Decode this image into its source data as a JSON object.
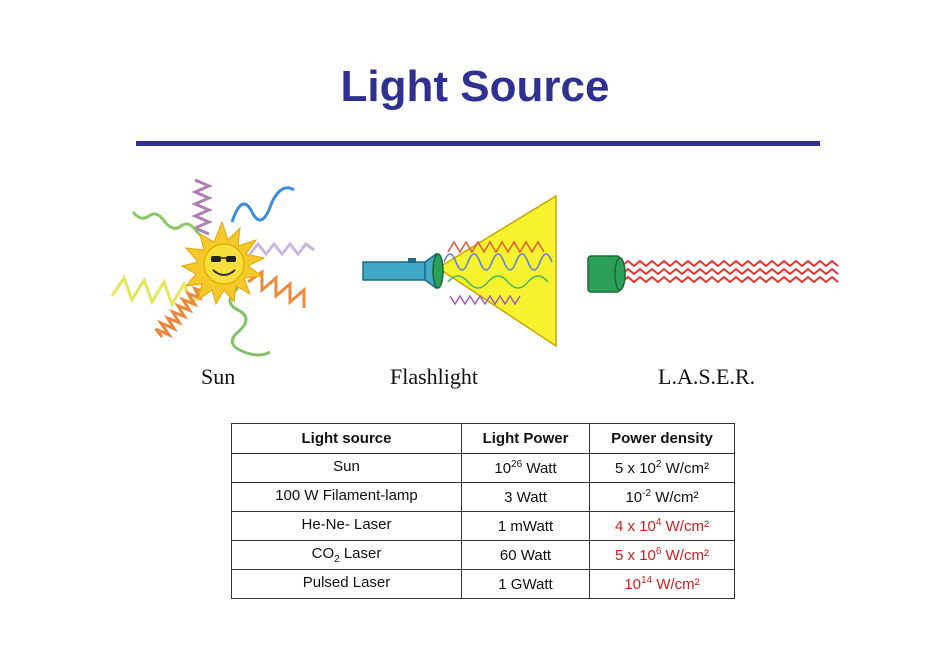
{
  "slide": {
    "title": "Light Source"
  },
  "captions": {
    "sun": "Sun",
    "flashlight": "Flashlight",
    "laser": "L.A.S.E.R."
  },
  "colors": {
    "title": "#2e3192",
    "highlight_red": "#cc1e1e"
  },
  "table": {
    "headers": [
      "Light source",
      "Light Power",
      "Power density"
    ],
    "rows": [
      {
        "source": {
          "pre": "Sun",
          "sub": "",
          "post": ""
        },
        "power": {
          "pre": "10",
          "sup": "26",
          "post": " Watt"
        },
        "density": {
          "pre": "5 x 10",
          "sup": "2",
          "post": " W/cm²",
          "highlight": false
        }
      },
      {
        "source": {
          "pre": "100 W Filament-lamp",
          "sub": "",
          "post": ""
        },
        "power": {
          "pre": "3 Watt",
          "sup": "",
          "post": ""
        },
        "density": {
          "pre": "10",
          "sup": "-2",
          "post": " W/cm²",
          "highlight": false
        }
      },
      {
        "source": {
          "pre": "He-Ne- Laser",
          "sub": "",
          "post": ""
        },
        "power": {
          "pre": "1 mWatt",
          "sup": "",
          "post": ""
        },
        "density": {
          "pre": "4 x 10",
          "sup": "4",
          "post": " W/cm²",
          "highlight": true
        }
      },
      {
        "source": {
          "pre": "CO",
          "sub": "2",
          "post": " Laser"
        },
        "power": {
          "pre": "60 Watt",
          "sup": "",
          "post": ""
        },
        "density": {
          "pre": "5 x 10",
          "sup": "6",
          "post": " W/cm²",
          "highlight": true
        }
      },
      {
        "source": {
          "pre": "Pulsed Laser",
          "sub": "",
          "post": ""
        },
        "power": {
          "pre": "1 GWatt",
          "sup": "",
          "post": ""
        },
        "density": {
          "pre": "10",
          "sup": "14",
          "post": " W/cm²",
          "highlight": true
        }
      }
    ]
  }
}
